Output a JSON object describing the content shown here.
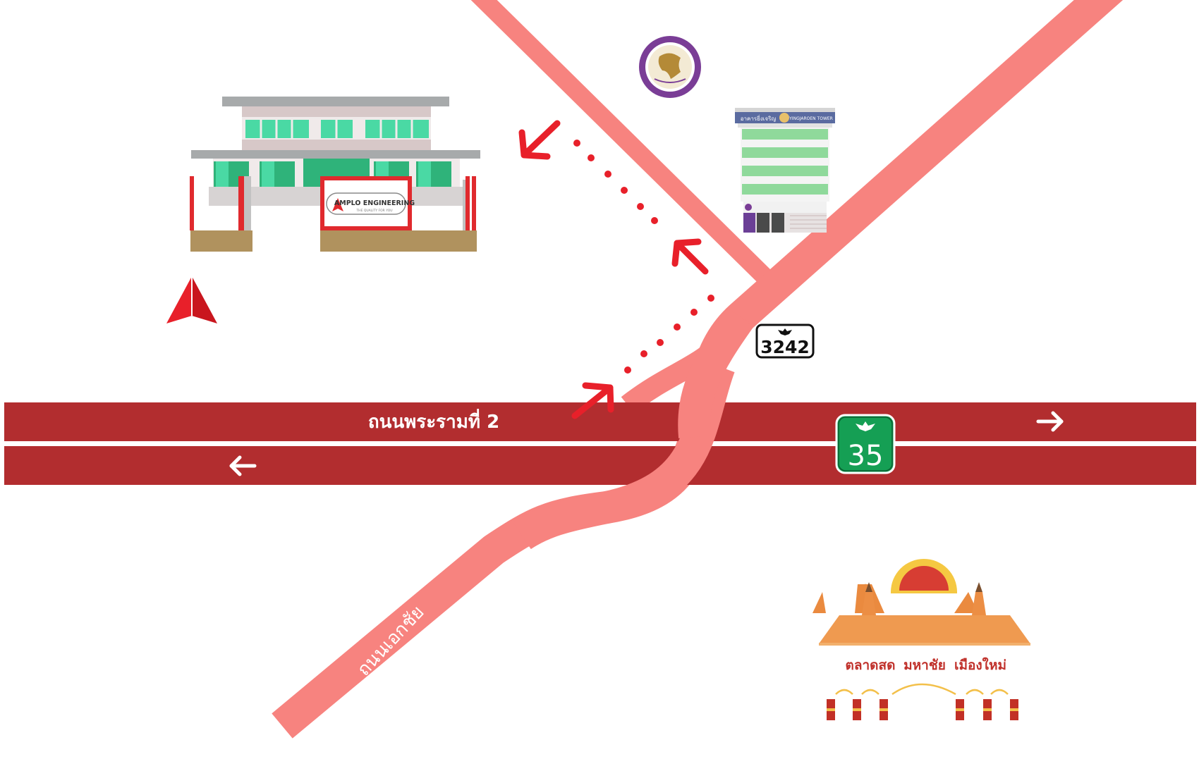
{
  "map": {
    "roads": {
      "rama2": {
        "label": "ถนนพระรามที่ 2",
        "route_number": "35"
      },
      "ekachai": {
        "label": "ถนนเอกชัย"
      },
      "route3242": {
        "route_number": "3242"
      }
    },
    "landmarks": {
      "company": {
        "sign_name": "AMPLO ENGINEERING",
        "sign_tagline": "THE QUALITY FOR YOU"
      },
      "tower": {
        "name_thai": "อาคารยิ่งเจริญ",
        "name_eng": "YINGJAROEN TOWER"
      },
      "market": {
        "words": [
          "ตลาดสด",
          "มหาชัย",
          "เมืองใหม่"
        ]
      }
    },
    "colors": {
      "main_road": "#b22d2f",
      "secondary_road": "#f7837f",
      "direction_arrow": "#e8202a",
      "route_shield_green": "#159f54",
      "building_green": "#4ad9a4",
      "market_orange": "#f0914b"
    },
    "icons": {
      "north": "north-arrow-icon",
      "seal": "government-seal-icon",
      "route_shield": "garuda-icon"
    }
  }
}
